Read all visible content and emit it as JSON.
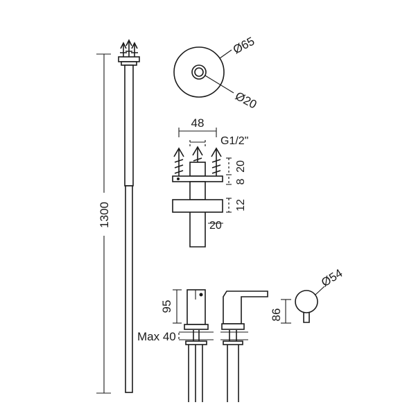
{
  "dimensions": {
    "total_height": "1300",
    "plate_diameter": "Ø65",
    "pipe_diameter": "Ø20",
    "flange_width": "48",
    "thread": "G1/2\"",
    "screw_height": "20",
    "plate_thickness": "8",
    "flange_thickness": "12",
    "pipe_width": "20",
    "mixer_height": "95",
    "max_mount": "Max 40",
    "handle_height": "86",
    "handle_diameter": "Ø54"
  }
}
